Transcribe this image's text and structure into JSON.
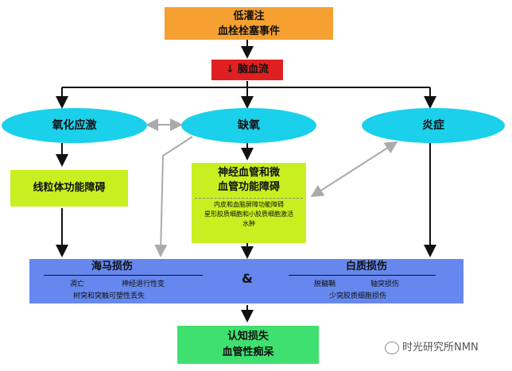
{
  "nodes": {
    "top": {
      "line1": "低灌注",
      "line2": "血栓栓塞事件"
    },
    "cbf": {
      "arrow": "↓",
      "label": "脑血流"
    },
    "oxidative": "氧化应激",
    "hypoxia": "缺氧",
    "inflammation": "炎症",
    "mito": "线粒体功能障碍",
    "neurovascular": {
      "title1": "神经血管和微",
      "title2": "血管功能障碍",
      "sub1": "内皮和血脑屏障功能障碍",
      "sub2": "星形胶质细胞和小胶质细胞激活",
      "sub3": "水肿"
    },
    "hippocampus": {
      "title": "海马损伤",
      "item1": "凋亡",
      "item2": "神经退行性变",
      "item3": "树突和突触可塑性丢失"
    },
    "ampersand": "&",
    "whitematter": {
      "title": "白质损伤",
      "item1": "脱髓鞘",
      "item2": "轴突损伤",
      "item3": "少突胶质细胞损伤"
    },
    "outcome": {
      "line1": "认知损失",
      "line2": "血管性痴呆"
    }
  },
  "watermark": "时光研究所NMN",
  "colors": {
    "orange": "#f5a030",
    "red": "#e02020",
    "cyan": "#1bd0ea",
    "lime": "#c8f020",
    "blue": "#6688ee",
    "green": "#40e070"
  }
}
